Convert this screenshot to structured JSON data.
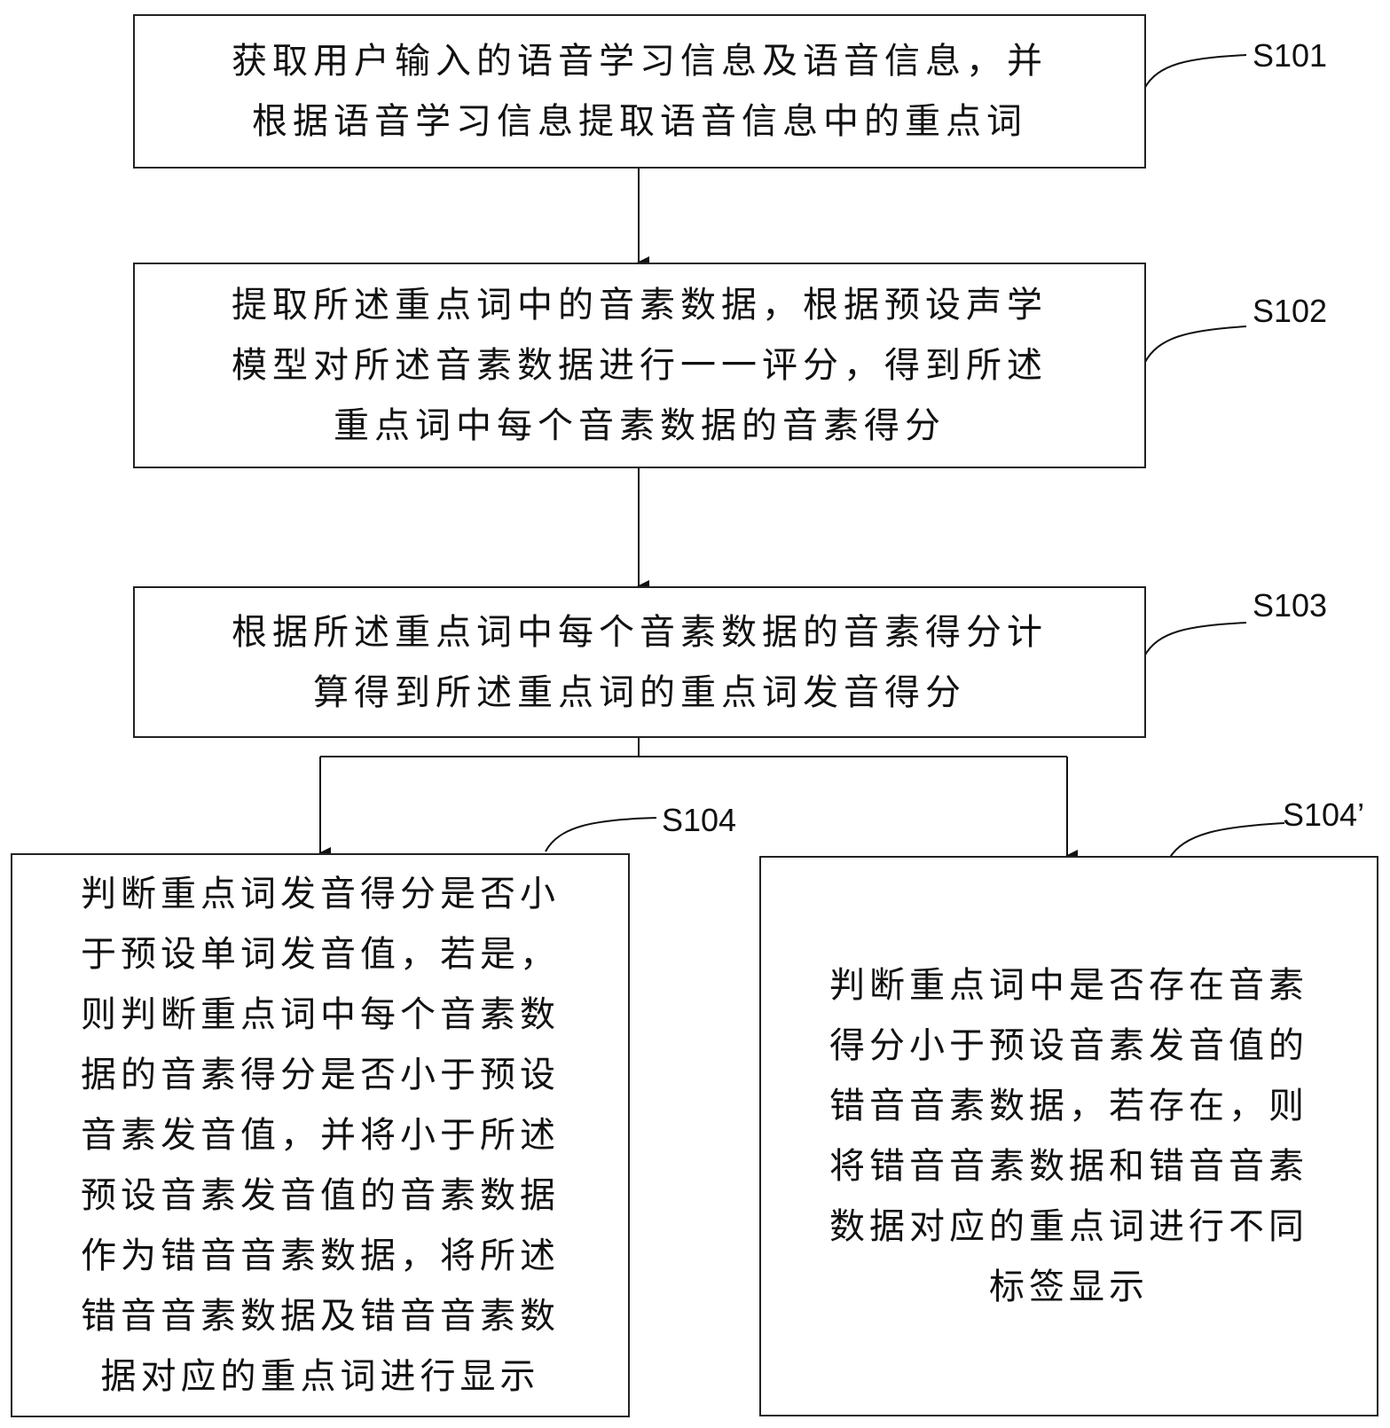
{
  "steps": {
    "s101": {
      "label": "S101",
      "lines": [
        "获取用户输入的语音学习信息及语音信息，并",
        "根据语音学习信息提取语音信息中的重点词"
      ]
    },
    "s102": {
      "label": "S102",
      "lines": [
        "提取所述重点词中的音素数据，根据预设声学",
        "模型对所述音素数据进行一一评分，得到所述",
        "重点词中每个音素数据的音素得分"
      ]
    },
    "s103": {
      "label": "S103",
      "lines": [
        "根据所述重点词中每个音素数据的音素得分计",
        "算得到所述重点词的重点词发音得分"
      ]
    },
    "s104": {
      "label": "S104",
      "lines": [
        "判断重点词发音得分是否小",
        "于预设单词发音值，若是，",
        "则判断重点词中每个音素数",
        "据的音素得分是否小于预设",
        "音素发音值，并将小于所述",
        "预设音素发音值的音素数据",
        "作为错音音素数据，将所述",
        "错音音素数据及错音音素数",
        "据对应的重点词进行显示"
      ]
    },
    "s104p": {
      "label": "S104’",
      "lines": [
        "判断重点词中是否存在音素",
        "得分小于预设音素发音值的",
        "错音音素数据，若存在，则",
        "将错音音素数据和错音音素",
        "数据对应的重点词进行不同",
        "标签显示"
      ]
    }
  }
}
